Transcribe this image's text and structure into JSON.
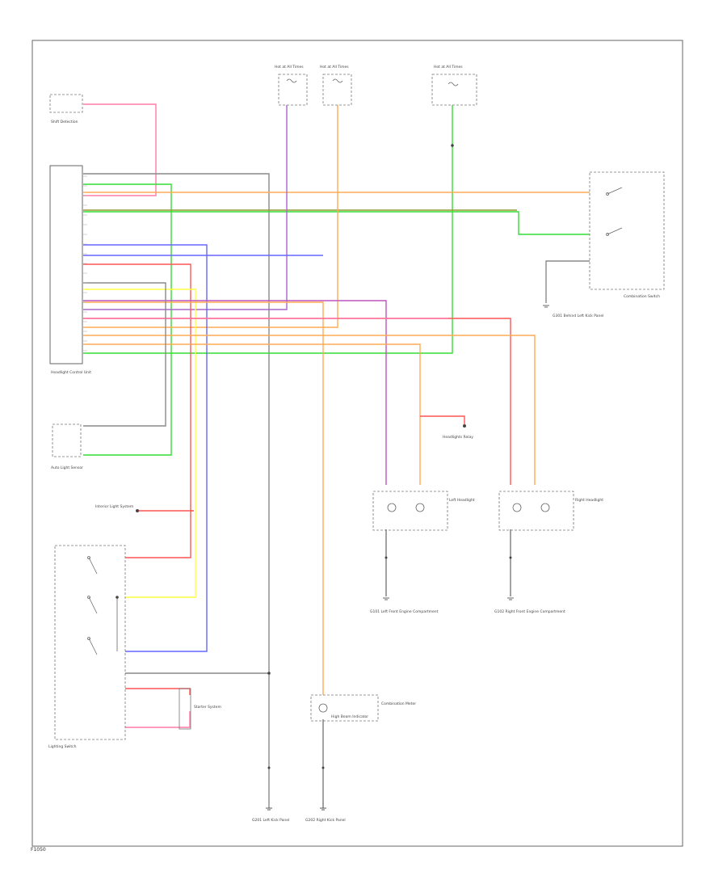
{
  "diagram": {
    "footer_code": "F1050",
    "components": {
      "sensor": "Shift Detection",
      "module": "Headlight Control Unit",
      "hot_at_all_times": "Hot at All Times",
      "left_headlight": "Left Headlight",
      "right_headlight": "Right Headlight",
      "combination_switch": "Combination Switch",
      "lighting_switch": "Lighting Switch",
      "auto_light_sensor": "Auto Light Sensor",
      "interior_light": "Interior Light System",
      "starter": "Starter System",
      "combination_meter": "Combination Meter",
      "high_beam_indicator": "High Beam Indicator",
      "headlights_relay": "Headlights Relay",
      "ground_left": "G201 Left Kick Panel",
      "ground_right": "G202 Right Kick Panel",
      "ground_left_engine": "G101 Left Front Engine Compartment",
      "ground_right_engine": "G102 Right Front Engine Compartment",
      "ground_instrument": "G301 Behind Left Kick Panel"
    },
    "colors": {
      "pink": "#ff7aa8",
      "gray": "#8a8a8a",
      "green": "#33dd33",
      "orange": "#ffaa55",
      "olive": "#999933",
      "blue": "#6666ff",
      "violet": "#aa66cc",
      "yellow": "#ffff44",
      "red": "#ff5555",
      "purple": "#bb55bb"
    }
  }
}
